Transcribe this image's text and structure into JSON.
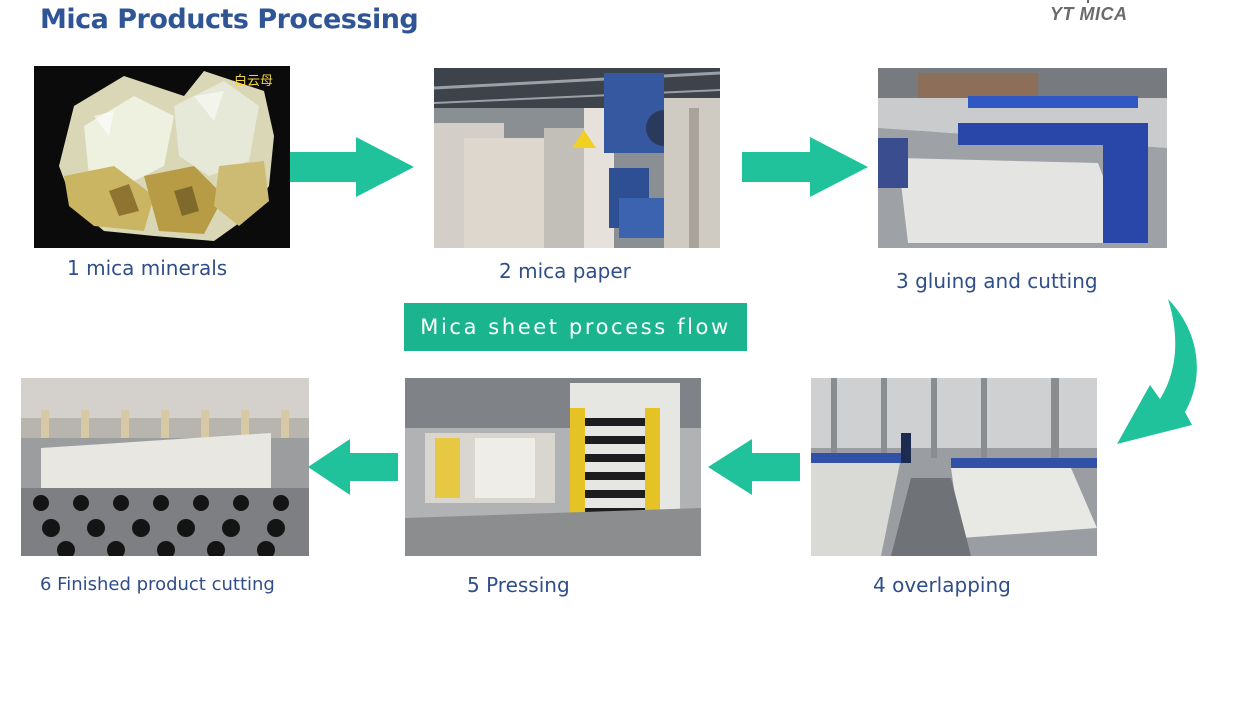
{
  "header": {
    "title": "Mica Products Processing",
    "brand": "YT MICA"
  },
  "steps": [
    {
      "label": "1 mica minerals",
      "photo_tag": "白云母"
    },
    {
      "label": "2 mica paper"
    },
    {
      "label": "3 gluing and cutting"
    },
    {
      "label": "4 overlapping"
    },
    {
      "label": "5  Pressing"
    },
    {
      "label": "6 Finished product cutting"
    }
  ],
  "center_label": "Mica sheet process flow",
  "colors": {
    "title": "#2f5596",
    "caption": "#2f4e8a",
    "accent": "#1ab58e",
    "arrow": "#1fc29a"
  },
  "icons": [
    "arrow-right-icon",
    "arrow-right-icon",
    "curved-arrow-down-icon",
    "arrow-left-icon",
    "arrow-left-icon"
  ]
}
